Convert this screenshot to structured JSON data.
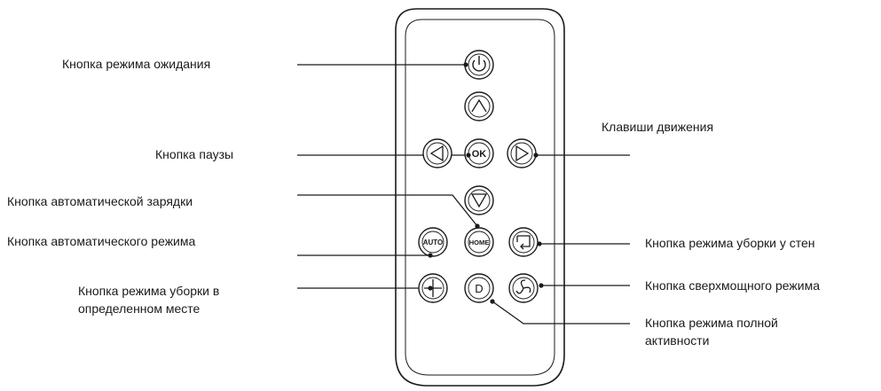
{
  "labels": {
    "standby": "Кнопка режима ожидания",
    "movement": "Клавиши движения",
    "pause": "Кнопка паузы",
    "auto_charge": "Кнопка автоматической зарядки",
    "auto_mode": "Кнопка автоматического режима",
    "wall_cleaning": "Кнопка режима уборки у стен",
    "spot_cleaning": "Кнопка режима уборки в определенном месте",
    "turbo": "Кнопка сверхмощного режима",
    "full_activity": "Кнопка режима полной активности"
  },
  "buttons": {
    "ok": "OK",
    "auto": "AUTO",
    "home": "HOME",
    "d": "D"
  },
  "icons": {
    "power": "power-icon",
    "up": "arrow-up-icon",
    "left": "arrow-left-icon",
    "right": "arrow-right-icon",
    "down": "arrow-down-icon",
    "wall": "wall-follow-icon",
    "spot": "spot-cross-icon",
    "turbo": "fan-icon"
  },
  "colors": {
    "line": "#1a1a1a",
    "button_fill": "#ffffff"
  }
}
